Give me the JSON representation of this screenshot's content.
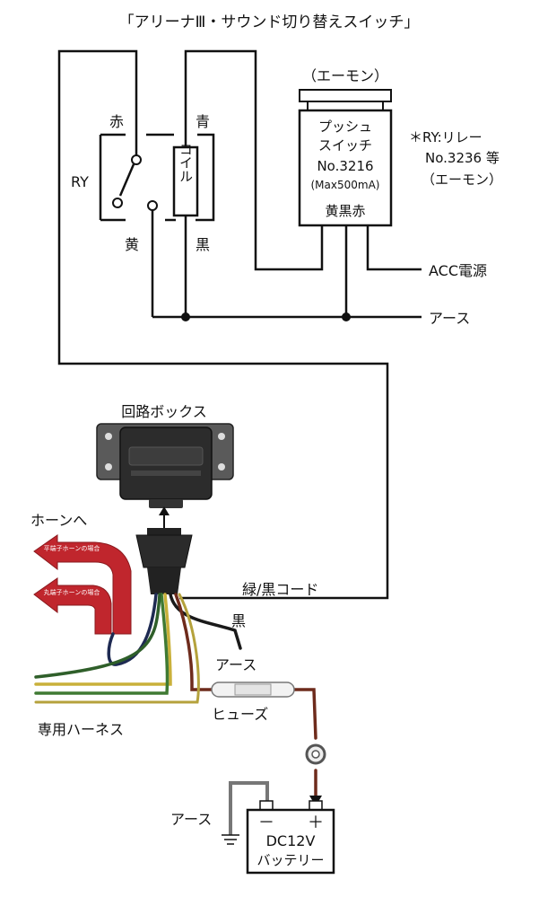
{
  "title": "「アリーナⅢ・サウンド切り替えスイッチ」",
  "relay": {
    "label": "RY",
    "coil_label": "コイル",
    "wire_red": "赤",
    "wire_blue": "青",
    "wire_yellow": "黄",
    "wire_black": "黒"
  },
  "push_switch": {
    "maker": "（エーモン）",
    "name_line1": "プッシュ",
    "name_line2": "スイッチ",
    "model": "No.3216",
    "rating": "(Max500mA)",
    "terminals": "黄黒赤"
  },
  "note": {
    "line1": "＊RY:リレー",
    "line2": "No.3236 等",
    "line3": "（エーモン）"
  },
  "connections": {
    "acc": "ACC電源",
    "ground": "アース"
  },
  "circuit_box": {
    "label": "回路ボックス"
  },
  "horn": {
    "label": "ホーンへ",
    "arrow_upper_text": "平端子ホーンの場合",
    "arrow_lower_text": "丸端子ホーンの場合"
  },
  "wiring": {
    "green_black_cord": "緑/黒コード",
    "black_wire": "黒",
    "ground": "アース",
    "fuse": "ヒューズ",
    "harness": "専用ハーネス"
  },
  "battery": {
    "ground": "アース",
    "minus": "－",
    "plus": "＋",
    "line1": "DC12V",
    "line2": "バッテリー"
  },
  "colors": {
    "line": "#111111",
    "horn_arrow": "#c0262d",
    "wire_green": "#3f7a33",
    "wire_yellow": "#c9b03a",
    "wire_navy": "#1e2a52",
    "wire_brown": "#6e2b1c",
    "box_dark": "#2c2c2c"
  }
}
